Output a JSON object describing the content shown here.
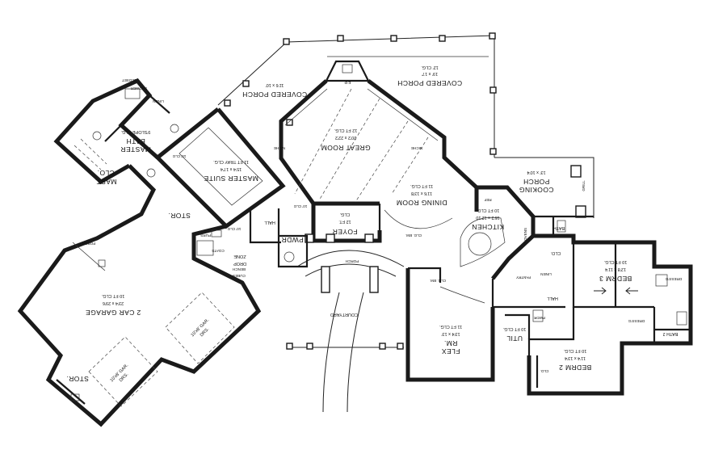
{
  "rooms": {
    "covered_porch_top": {
      "name": "COVERED PORCH",
      "dim1": "19' x 17'",
      "dim2": "12' CLG."
    },
    "covered_porch_left": {
      "name": "COVERED PORCH",
      "dim1": "11'6 x 10'"
    },
    "fp": {
      "name": "F.P."
    },
    "great_room": {
      "name": "GREAT ROOM",
      "dim1": "20'2 x 22'2",
      "dim2": "12 FT CLG."
    },
    "niche_left": {
      "name": "NICHE"
    },
    "niche_right": {
      "name": "NICHE"
    },
    "master_suite": {
      "name": "MASTER SUITE",
      "dim1": "15'4 x 17'4",
      "dim2": "11 FT TRAY CLG."
    },
    "master_bath": {
      "name": "MASTER",
      "name2": "BATH",
      "dim1": "9'SLOPE CLG."
    },
    "shower": {
      "name": "SHOWER"
    },
    "linen_master": {
      "name": "LINEN"
    },
    "closet_master": {
      "name": "CLOSET"
    },
    "mast_clo": {
      "name": "MAST.",
      "name2": "CLO."
    },
    "ten_ft_clg_a": {
      "name": "10' CLG"
    },
    "ten_ft_clg_b": {
      "name": "10' CLG"
    },
    "ten_ft_clg_c": {
      "name": "10' CLG"
    },
    "dining_room": {
      "name": "DINING ROOM",
      "dim1": "11'6 x 13'8",
      "dim2": "11 FT CLG."
    },
    "cooking_porch": {
      "name": "COOKING",
      "name2": "PORCH",
      "dim1": "13' x 10'4"
    },
    "kitchen": {
      "name": "KITCHEN",
      "dim1": "15'2 x 12'10",
      "dim2": "10 FT CLG."
    },
    "foyer": {
      "name": "FOYER",
      "dim1": "12 FT.",
      "dim2": "CLG."
    },
    "hall_left": {
      "name": "HALL"
    },
    "stor_master": {
      "name": "STOR."
    },
    "porch_center": {
      "name": "PORCH"
    },
    "porch_garage": {
      "name": "PORCH"
    },
    "pwdr": {
      "name": "PWDR"
    },
    "drop_zone": {
      "name": "DROP",
      "name2": "ZONE"
    },
    "coats": {
      "name": "COATS"
    },
    "purs": {
      "name": "PURS."
    },
    "bench": {
      "name": "BENCH"
    },
    "cubes": {
      "name": "CUBES"
    },
    "bath_3": {
      "name": "BATH"
    },
    "clo_bedrm3": {
      "name": "CLO."
    },
    "bedrm_3": {
      "name": "BEDRM 3",
      "dim1": "12'8 x 11'4",
      "dim2": "10 FT CLG."
    },
    "dresg_3": {
      "name": "DRESS'G"
    },
    "dresg_2": {
      "name": "DRESS'G"
    },
    "bath_2": {
      "name": "BATH 2"
    },
    "bedrm_2": {
      "name": "BEDRM 2",
      "dim1": "11'4 x 13'4",
      "dim2": "10 FT CLG."
    },
    "clo_bedrm2": {
      "name": "CLO."
    },
    "linen_hall": {
      "name": "LINEN"
    },
    "pantry": {
      "name": "PANTRY"
    },
    "hall_right": {
      "name": "HALL"
    },
    "util": {
      "name": "UTIL",
      "dim1": "10 FT CLG."
    },
    "pwdr_util": {
      "name": "PWDR"
    },
    "flex_rm": {
      "name": "FLEX",
      "name2": "RM.",
      "dim1": "13'4 x 13'",
      "dim2": "11 FT CLG."
    },
    "courtyard": {
      "name": "COURTYARD"
    },
    "garage": {
      "name": "2 CAR GARAGE",
      "dim1": "23'4 x 29'6",
      "dim2": "10 FT CLG."
    },
    "gar_drs_a": {
      "name": "10'x8' GAR.",
      "name2": "DRS."
    },
    "gar_drs_b": {
      "name": "10'x8' GAR.",
      "name2": "DRS."
    },
    "stor_garage": {
      "name": "STOR."
    },
    "clg_bm_1": {
      "name": "CLG. BM."
    },
    "clg_bm_2": {
      "name": "CLG. BM."
    },
    "ovens": {
      "name": "OVENS"
    },
    "ref": {
      "name": "REF"
    },
    "grill": {
      "name": "GRILL"
    }
  }
}
